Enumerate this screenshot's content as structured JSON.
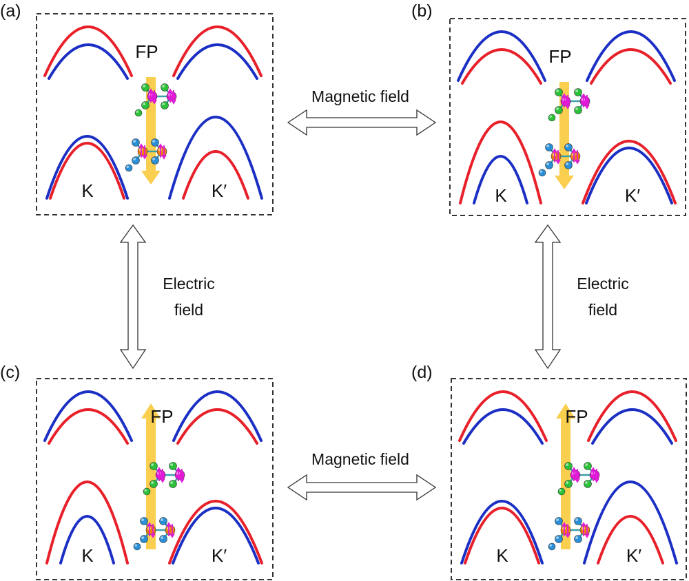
{
  "colors": {
    "spin_red": "#e8202a",
    "spin_blue": "#1b2fc4",
    "polarization_arrow": "#f9c93c",
    "frame": "#333333",
    "atom_green": "#2bc23a",
    "atom_magenta": "#e01ad6",
    "atom_orange": "#ef7d10",
    "atom_blue": "#2a8fd6",
    "bond": "#3aa0a8"
  },
  "panels": [
    {
      "id": "a",
      "tag": "(a)",
      "fp_label": "FP",
      "valley_left": "K",
      "valley_right": "K′",
      "polarization": "down",
      "valence_left_top": "red",
      "valence_right_top": "red",
      "conduction_left": "mixed-blue-top",
      "conduction_right": "blue-high"
    },
    {
      "id": "b",
      "tag": "(b)",
      "fp_label": "FP",
      "valley_left": "K",
      "valley_right": "K′",
      "polarization": "down",
      "valence_left_top": "blue",
      "valence_right_top": "blue",
      "conduction_left": "red-high",
      "conduction_right": "mixed-red-top"
    },
    {
      "id": "c",
      "tag": "(c)",
      "fp_label": "FP",
      "valley_left": "K",
      "valley_right": "K′",
      "polarization": "up",
      "valence_left_top": "blue",
      "valence_right_top": "blue",
      "conduction_left": "red-high",
      "conduction_right": "mixed-red-top"
    },
    {
      "id": "d",
      "tag": "(d)",
      "fp_label": "FP",
      "valley_left": "K",
      "valley_right": "K′",
      "polarization": "up",
      "valence_left_top": "red",
      "valence_right_top": "red",
      "conduction_left": "mixed-blue-top",
      "conduction_right": "blue-high"
    }
  ],
  "connectors": {
    "top_horizontal": "Magnetic field",
    "bottom_horizontal": "Magnetic field",
    "left_vertical_line1": "Electric",
    "left_vertical_line2": "field",
    "right_vertical_line1": "Electric",
    "right_vertical_line2": "field"
  }
}
